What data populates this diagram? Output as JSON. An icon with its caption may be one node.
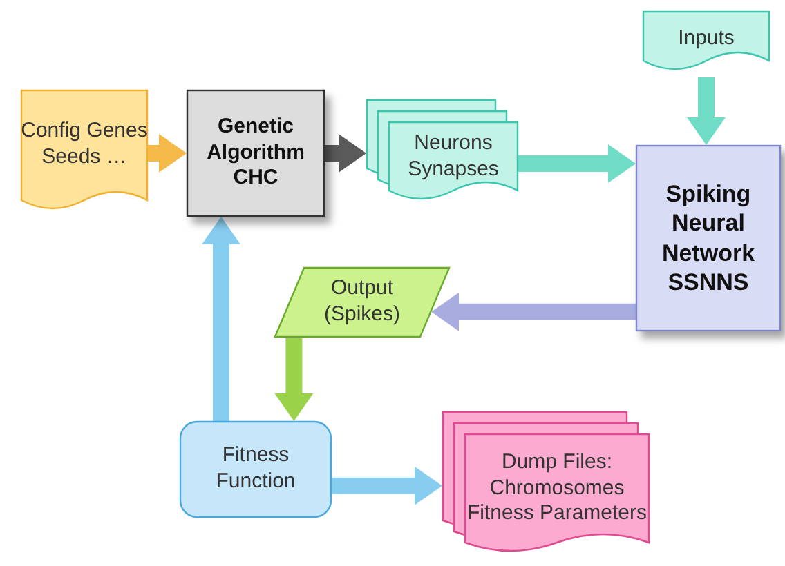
{
  "diagram": {
    "nodes": [
      {
        "text": [
          "Config Genes Seeds …"
        ]
      },
      {
        "text": [
          "Genetic Algorithm CHC"
        ]
      },
      {
        "text": [
          "Inputs"
        ]
      },
      {
        "text": [
          "Neurons Synapses"
        ]
      },
      {
        "text": [
          "Spiking Neural Network SSNNS"
        ]
      },
      {
        "text": [
          "Output (Spikes)"
        ]
      },
      {
        "text": [
          "Fitness Function"
        ]
      },
      {
        "text": [
          "Dump Files: Chromosomes Fitness Parameters"
        ]
      }
    ],
    "edges": [
      {
        "from": 0,
        "to": 1,
        "arrow": "to",
        "color": "#f5b94a"
      },
      {
        "from": 1,
        "to": 3,
        "arrow": "to",
        "color": "#5a5a5a"
      },
      {
        "from": 3,
        "to": 4,
        "arrow": "to",
        "color": "#6fdcc6"
      },
      {
        "from": 2,
        "to": 4,
        "arrow": "to",
        "color": "#6fdcc6"
      },
      {
        "from": 4,
        "to": 5,
        "arrow": "to",
        "color": "#a9acdf"
      },
      {
        "from": 5,
        "to": 6,
        "arrow": "to",
        "color": "#9ad34a"
      },
      {
        "from": 6,
        "to": 1,
        "arrow": "to",
        "color": "#86cdef"
      },
      {
        "from": 6,
        "to": 7,
        "arrow": "to",
        "color": "#86cdef"
      }
    ]
  }
}
